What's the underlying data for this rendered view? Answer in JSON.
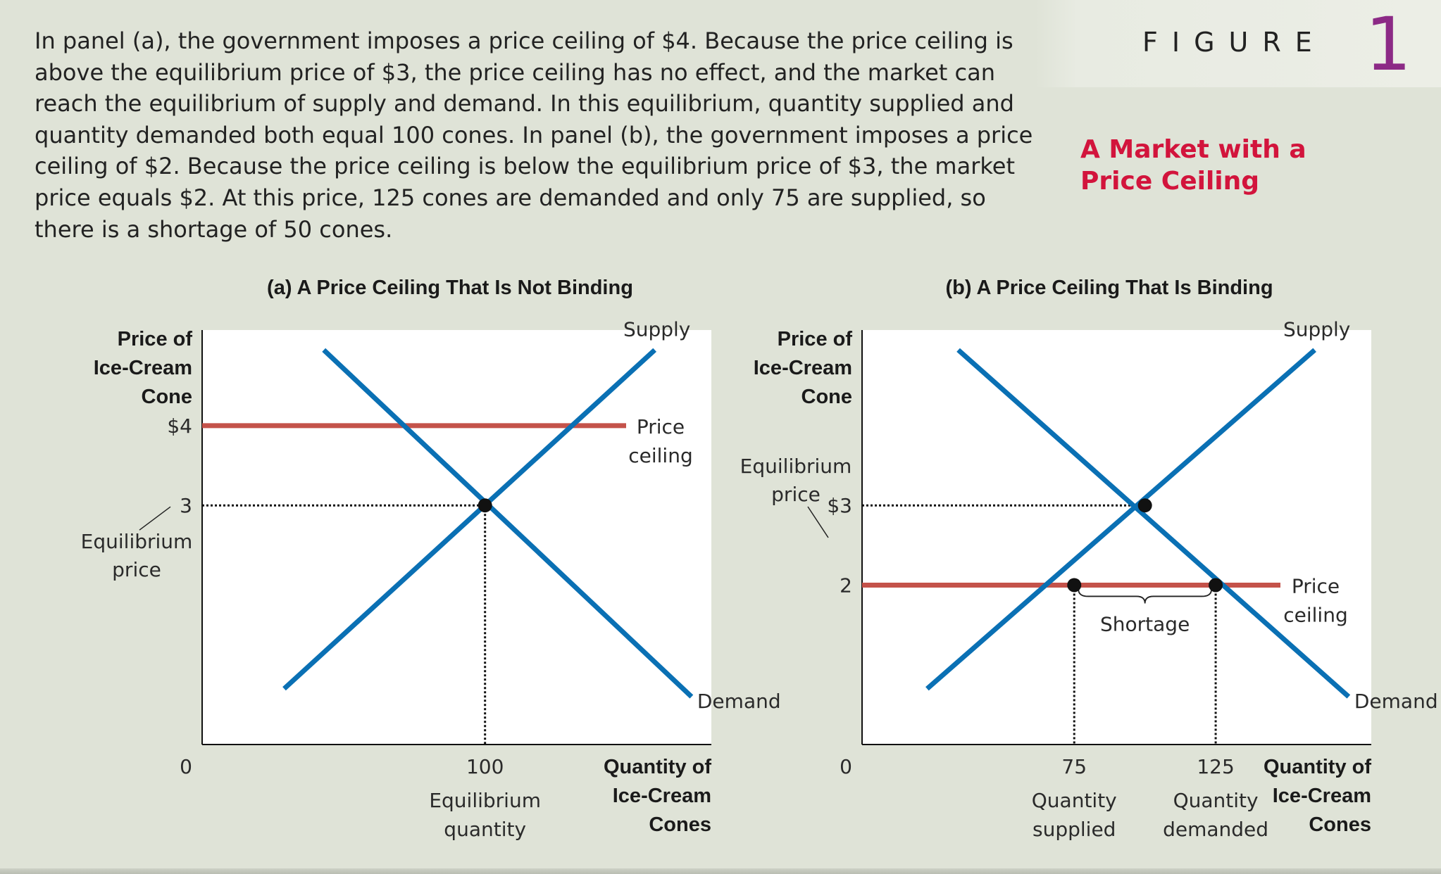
{
  "caption": "In panel (a), the government imposes a price ceiling of $4. Because the price ceiling is above the equilibrium price of $3, the price ceiling has no effect, and the market can reach the equilibrium of supply and demand. In this equilibrium, quantity sup­plied and quantity demanded both equal 100 cones. In panel (b), the government imposes a price ceiling of $2. Because the price ceiling is below the equilibrium price of $3, the market price equals $2. At this price, 125 cones are demanded and only 75 are supplied, so there is a shortage of 50 cones.",
  "figure": {
    "label": "FIGURE",
    "number": "1",
    "title": "A Market with a Price Ceiling"
  },
  "colors": {
    "supply_demand": "#0a70b4",
    "price_ceiling": "#c4524a",
    "figure_number": "#8c2a86",
    "figure_title": "#d2143c",
    "background": "#dfe3d7"
  },
  "chart_data": [
    {
      "type": "line",
      "title": "(a) A Price Ceiling That Is Not Binding",
      "ylabel": [
        "Price of",
        "Ice-Cream",
        "Cone"
      ],
      "xlabel": [
        "Quantity of",
        "Ice-Cream",
        "Cones"
      ],
      "origin_label": "0",
      "xlim": [
        0,
        180
      ],
      "ylim": [
        0,
        5.2
      ],
      "x_ticks": [
        {
          "value": 100,
          "label": "100",
          "sublabel": [
            "Equilibrium",
            "quantity"
          ]
        }
      ],
      "y_ticks": [
        {
          "value": 4,
          "label": "$4"
        },
        {
          "value": 3,
          "label": "3",
          "sublabel": [
            "Equilibrium",
            "price"
          ]
        }
      ],
      "series": [
        {
          "name": "Supply",
          "points": [
            [
              29,
              0.7
            ],
            [
              160,
              4.95
            ]
          ]
        },
        {
          "name": "Demand",
          "points": [
            [
              43,
              4.95
            ],
            [
              173,
              0.6
            ]
          ]
        }
      ],
      "price_ceiling": {
        "value": 4,
        "label": [
          "Price",
          "ceiling"
        ]
      },
      "equilibrium": {
        "x": 100,
        "y": 3
      },
      "points": [
        {
          "x": 100,
          "y": 3
        }
      ]
    },
    {
      "type": "line",
      "title": "(b) A Price Ceiling That Is Binding",
      "ylabel": [
        "Price of",
        "Ice-Cream",
        "Cone"
      ],
      "xlabel": [
        "Quantity of",
        "Ice-Cream",
        "Cones"
      ],
      "origin_label": "0",
      "xlim": [
        0,
        180
      ],
      "ylim": [
        0,
        5.2
      ],
      "x_ticks": [
        {
          "value": 75,
          "label": "75",
          "sublabel": [
            "Quantity",
            "supplied"
          ]
        },
        {
          "value": 125,
          "label": "125",
          "sublabel": [
            "Quantity",
            "demanded"
          ]
        }
      ],
      "y_ticks": [
        {
          "value": 3,
          "label": "$3",
          "sublabel": [
            "Equilibrium",
            "price"
          ]
        },
        {
          "value": 2,
          "label": "2"
        }
      ],
      "series": [
        {
          "name": "Supply",
          "points": [
            [
              23,
              0.7
            ],
            [
              160,
              4.95
            ]
          ]
        },
        {
          "name": "Demand",
          "points": [
            [
              34,
              4.95
            ],
            [
              172,
              0.6
            ]
          ]
        }
      ],
      "price_ceiling": {
        "value": 2,
        "label": [
          "Price",
          "ceiling"
        ]
      },
      "equilibrium": {
        "x": 100,
        "y": 3
      },
      "points": [
        {
          "x": 100,
          "y": 3
        },
        {
          "x": 75,
          "y": 2
        },
        {
          "x": 125,
          "y": 2
        }
      ],
      "shortage": {
        "from": 75,
        "to": 125,
        "label": "Shortage"
      }
    }
  ]
}
